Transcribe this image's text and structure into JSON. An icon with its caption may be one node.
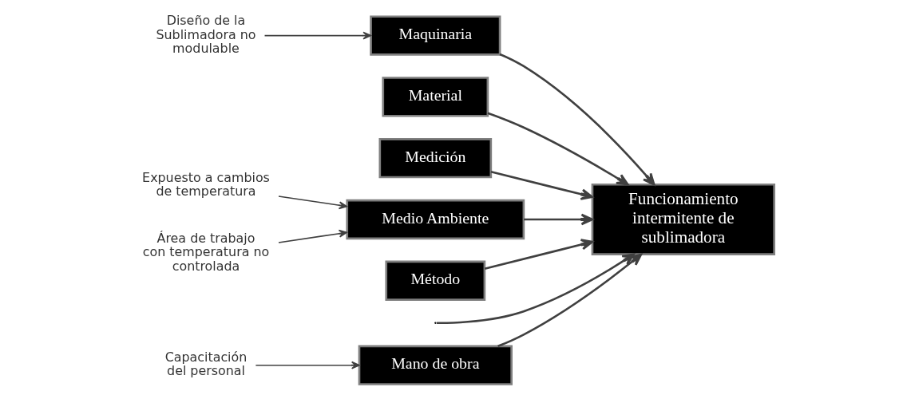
{
  "diagram": {
    "nodes": [
      {
        "text": [
          "Mano de obra"
        ]
      },
      {
        "text": [
          "Maquinaria"
        ]
      },
      {
        "text": [
          "Material"
        ]
      },
      {
        "text": [
          "Medición"
        ]
      },
      {
        "text": [
          "Medio Ambiente"
        ]
      },
      {
        "text": [
          "Método"
        ]
      },
      {
        "text": [
          "Funcionamiento intermitente de sublimadora"
        ]
      },
      {
        "text": [
          "Capacitación del personal"
        ]
      },
      {
        "text": [
          "Diseño de la Sublimadora no modulable"
        ]
      },
      {
        "text": [
          "Expuesto a cambios de temperatura"
        ]
      },
      {
        "text": [
          "Área de trabajo con temperatura no controlada"
        ]
      }
    ],
    "edges": [
      {
        "from": null,
        "to": 6,
        "arrow": "to"
      },
      {
        "from": 0,
        "to": 6,
        "arrow": "to"
      },
      {
        "from": 1,
        "to": 6,
        "arrow": "to"
      },
      {
        "from": 2,
        "to": 6,
        "arrow": "to"
      },
      {
        "from": 3,
        "to": 6,
        "arrow": "to"
      },
      {
        "from": 4,
        "to": 6,
        "arrow": "to"
      },
      {
        "from": 5,
        "to": 6,
        "arrow": "to"
      },
      {
        "from": 7,
        "to": 0,
        "arrow": "to"
      },
      {
        "from": 8,
        "to": 1,
        "arrow": "to"
      },
      {
        "from": 9,
        "to": 4,
        "arrow": "to"
      },
      {
        "from": 10,
        "to": 4,
        "arrow": "to"
      }
    ]
  }
}
